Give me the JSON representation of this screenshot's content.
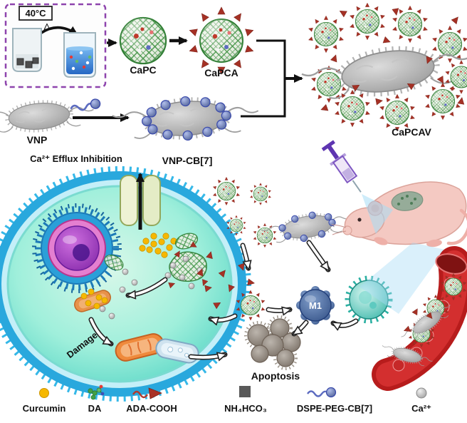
{
  "figure": {
    "preparation": {
      "temp_label": "40°C",
      "heat_symbol": "△",
      "capc_label": "CaPC",
      "capca_label": "CaPCA",
      "capcav_label": "CaPCAV"
    },
    "bacteria": {
      "vnp_label": "VNP",
      "vnp_cb7_label": "VNP-CB[7]"
    },
    "cell": {
      "efflux_label": "Ca²⁺ Efflux Inhibition",
      "damage_label": "Damage"
    },
    "immune": {
      "m1_label": "M1",
      "apoptosis_label": "Apoptosis"
    }
  },
  "legend": {
    "items": [
      {
        "name": "curcumin",
        "label": "Curcumin"
      },
      {
        "name": "da",
        "label": "DA"
      },
      {
        "name": "ada-cooh",
        "label": "ADA-COOH"
      },
      {
        "name": "nh4hco3",
        "label": "NH₄HCO₃"
      },
      {
        "name": "dspe-peg-cb7",
        "label": "DSPE-PEG-CB[7]"
      },
      {
        "name": "ca2",
        "label": "Ca²⁺"
      }
    ]
  },
  "colors": {
    "mesh_green": "#2e7d32",
    "ada_red": "#a93226",
    "membrane_blue": "#29a8dd",
    "cytoplasm_teal": "#45cfc0",
    "nucleus_purple": "#7b1fa2",
    "m1_blue": "#2c4a80",
    "vessel_red": "#c62828",
    "curcumin_yellow": "#f6b800",
    "cb7_blue": "#4a5fb5",
    "bacteria_gray": "#a8a8a8"
  }
}
